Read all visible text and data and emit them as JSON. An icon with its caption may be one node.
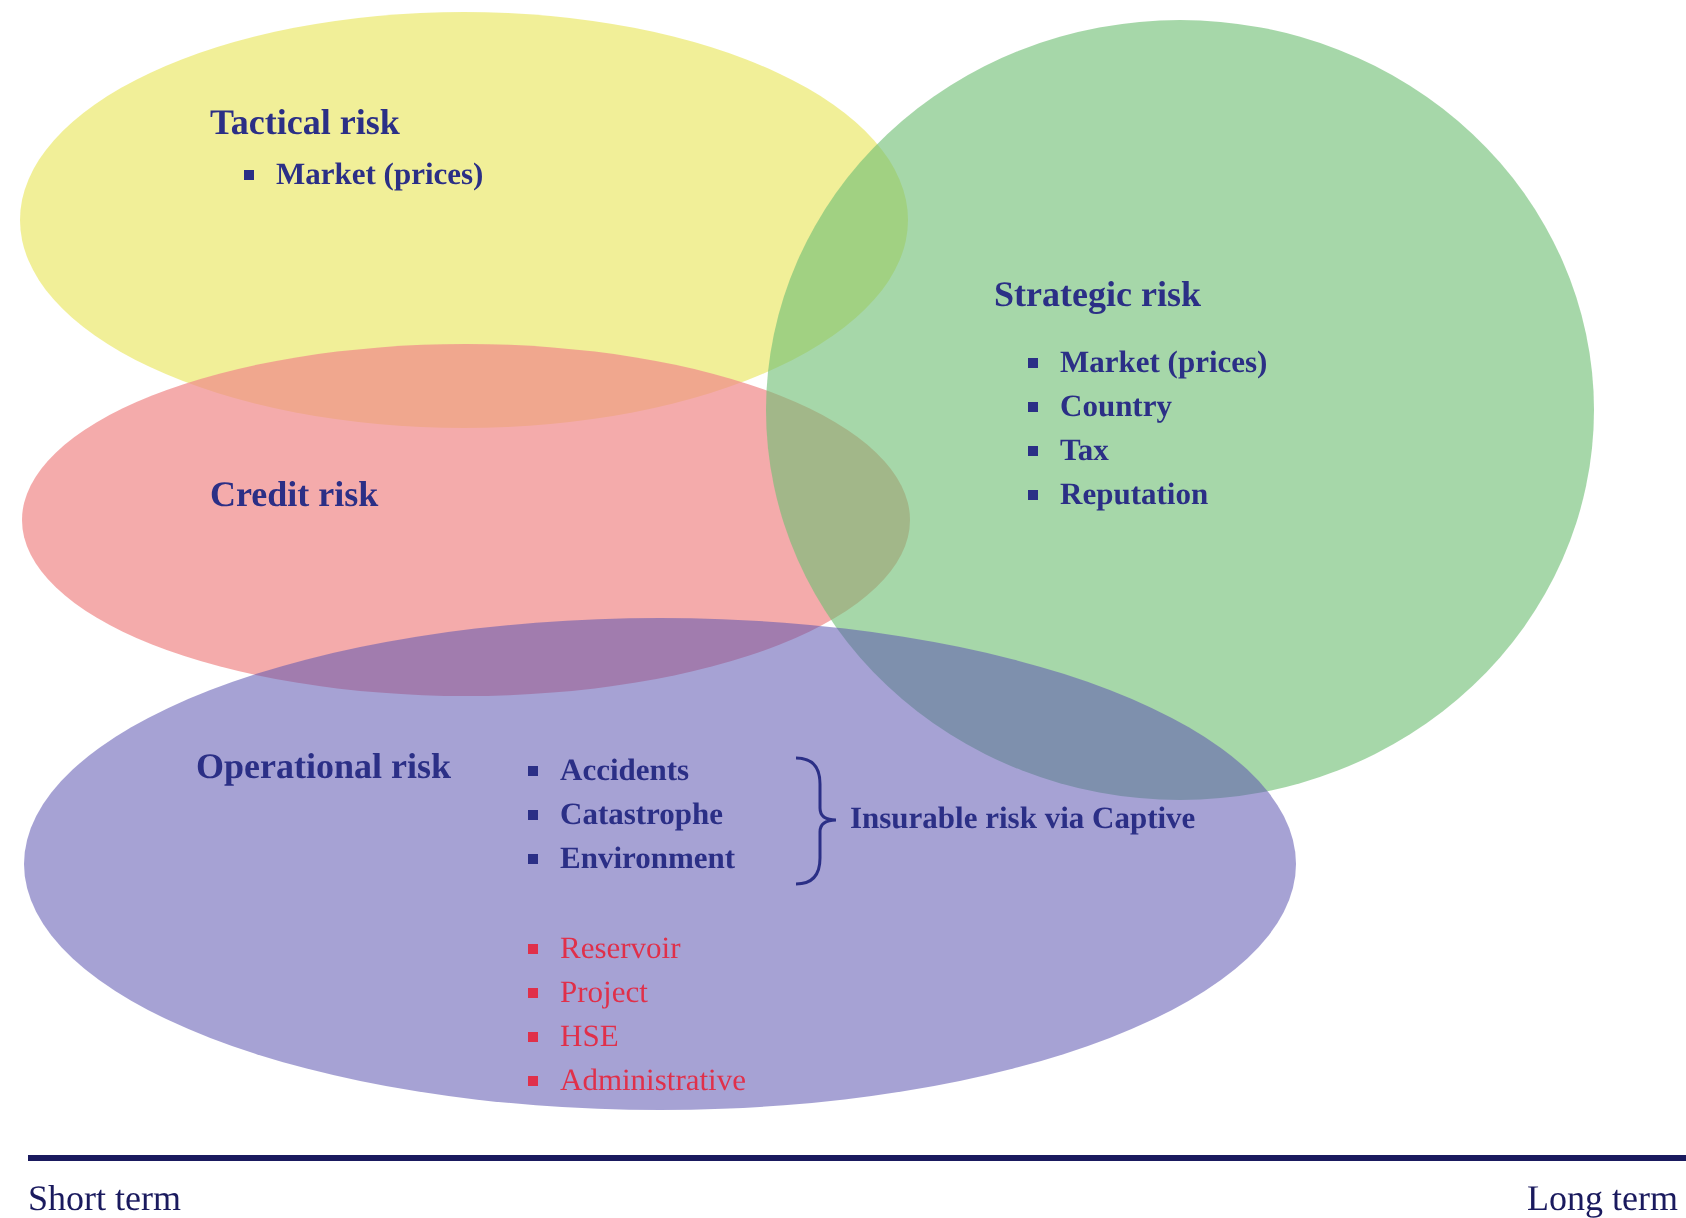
{
  "diagram": {
    "nodes": [
      {
        "text": [
          "Tactical risk",
          "Market (prices)"
        ]
      },
      {
        "text": [
          "Credit risk"
        ]
      },
      {
        "text": [
          "Strategic risk",
          "Market (prices)",
          "Country",
          "Tax",
          "Reputation"
        ]
      },
      {
        "text": [
          "Operational risk",
          "Accidents",
          "Catastrophe",
          "Environment",
          "Insurable risk via Captive",
          "Reservoir",
          "Project",
          "HSE",
          "Administrative"
        ]
      }
    ],
    "labels": [
      "Short term",
      "Long term"
    ]
  }
}
